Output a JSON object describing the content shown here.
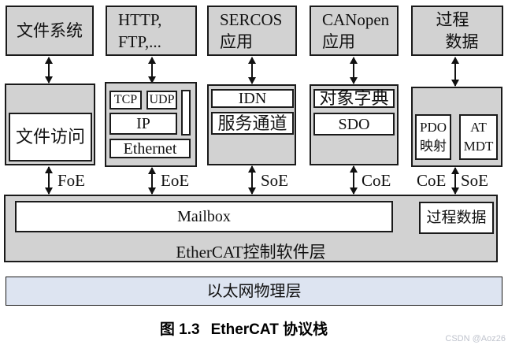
{
  "stack": {
    "col_file": {
      "app": "文件系统",
      "module": "文件访问",
      "protocol": "FoE"
    },
    "col_http": {
      "app_line1": "HTTP,",
      "app_line2": "FTP,...",
      "tcp": "TCP",
      "udp": "UDP",
      "ip": "IP",
      "ethernet": "Ethernet",
      "protocol": "EoE"
    },
    "col_sercos": {
      "app_line1": "SERCOS",
      "app_line2": "应用",
      "idn": "IDN",
      "service": "服务通道",
      "protocol": "SoE"
    },
    "col_canopen": {
      "app_line1": "CANopen",
      "app_line2": "应用",
      "dict": "对象字典",
      "sdo": "SDO",
      "protocol": "CoE"
    },
    "col_process": {
      "app_line1": "过程",
      "app_line2": "数据",
      "pdo_line1": "PDO",
      "pdo_line2": "映射",
      "at_line1": "AT",
      "at_line2": "MDT",
      "protocol_left": "CoE",
      "protocol_right": "SoE"
    },
    "software_layer": {
      "mailbox": "Mailbox",
      "process_data": "过程数据",
      "label": "EtherCAT控制软件层"
    },
    "physical_layer": "以太网物理层"
  },
  "caption": {
    "number": "图 1.3",
    "text": "EtherCAT 协议栈"
  },
  "watermark": "CSDN @Aoz26",
  "colors": {
    "box_fill": "#d2d2d2",
    "physical_fill": "#dde4f1",
    "border": "#1a1a1a",
    "watermark": "#bfc3cd"
  }
}
